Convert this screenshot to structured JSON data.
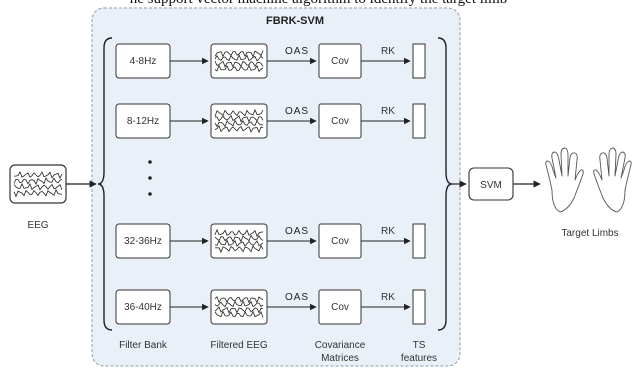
{
  "header_text": "he support vector machine algorithm to identify the target limb",
  "diagram": {
    "title": "FBRK-SVM",
    "input_label": "EEG",
    "output_label": "Target Limbs",
    "classifier_label": "SVM",
    "bands": [
      "4-8Hz",
      "8-12Hz",
      "32-36Hz",
      "36-40Hz"
    ],
    "oas_label": "OAS",
    "cov_label": "Cov",
    "rk_label": "RK",
    "column_labels": {
      "filter_bank": "Filter Bank",
      "filtered_eeg": "Filtered EEG",
      "covariance_line1": "Covariance",
      "covariance_line2": "Matrices",
      "ts_line1": "TS",
      "ts_line2": "features"
    },
    "colors": {
      "panel_fill": "#e9f0f8",
      "panel_stroke": "#8e9aa8",
      "box_stroke": "#333333"
    },
    "icons": [
      "eeg-signal-icon",
      "hand-icon"
    ]
  }
}
